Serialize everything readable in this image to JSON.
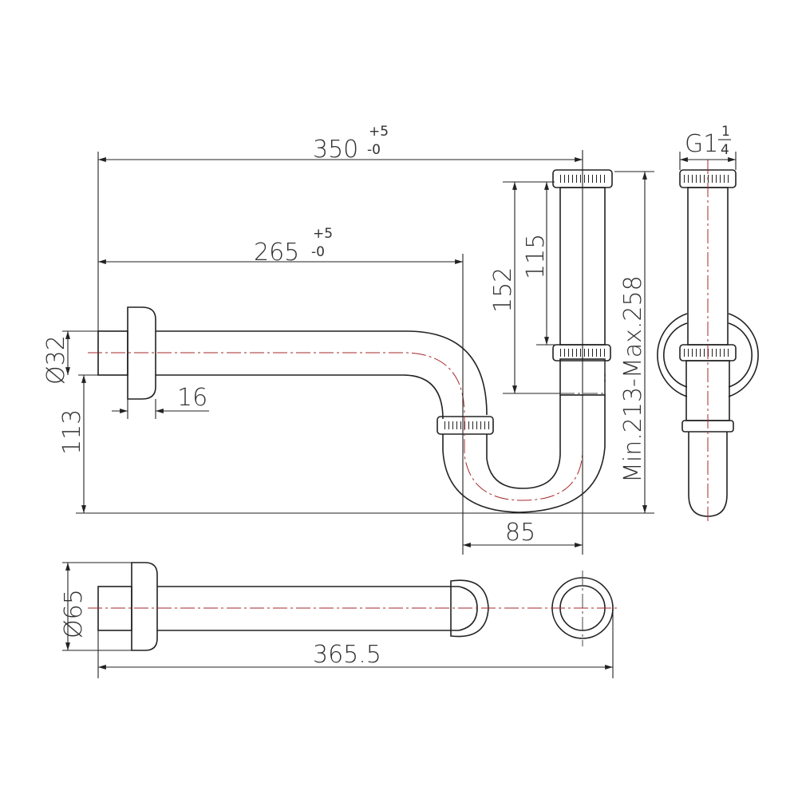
{
  "dimensions": {
    "overall_length": {
      "value": "350",
      "tol_plus": "+5",
      "tol_minus": "-0"
    },
    "trap_inlet_distance": {
      "value": "265",
      "tol_plus": "+5",
      "tol_minus": "-0"
    },
    "tube_152": "152",
    "tube_115": "115",
    "height_range": "Min.213-Max.258",
    "thread": {
      "main": "G1",
      "num": "1",
      "den": "4"
    },
    "pipe_diameter": "Ø32",
    "flange_thickness": "16",
    "outlet_height": "113",
    "trap_width": "85",
    "flange_diameter": "Ø65",
    "plan_length": "365.5"
  },
  "colors": {
    "line": "#222222",
    "centerline": "#a52a2a"
  }
}
